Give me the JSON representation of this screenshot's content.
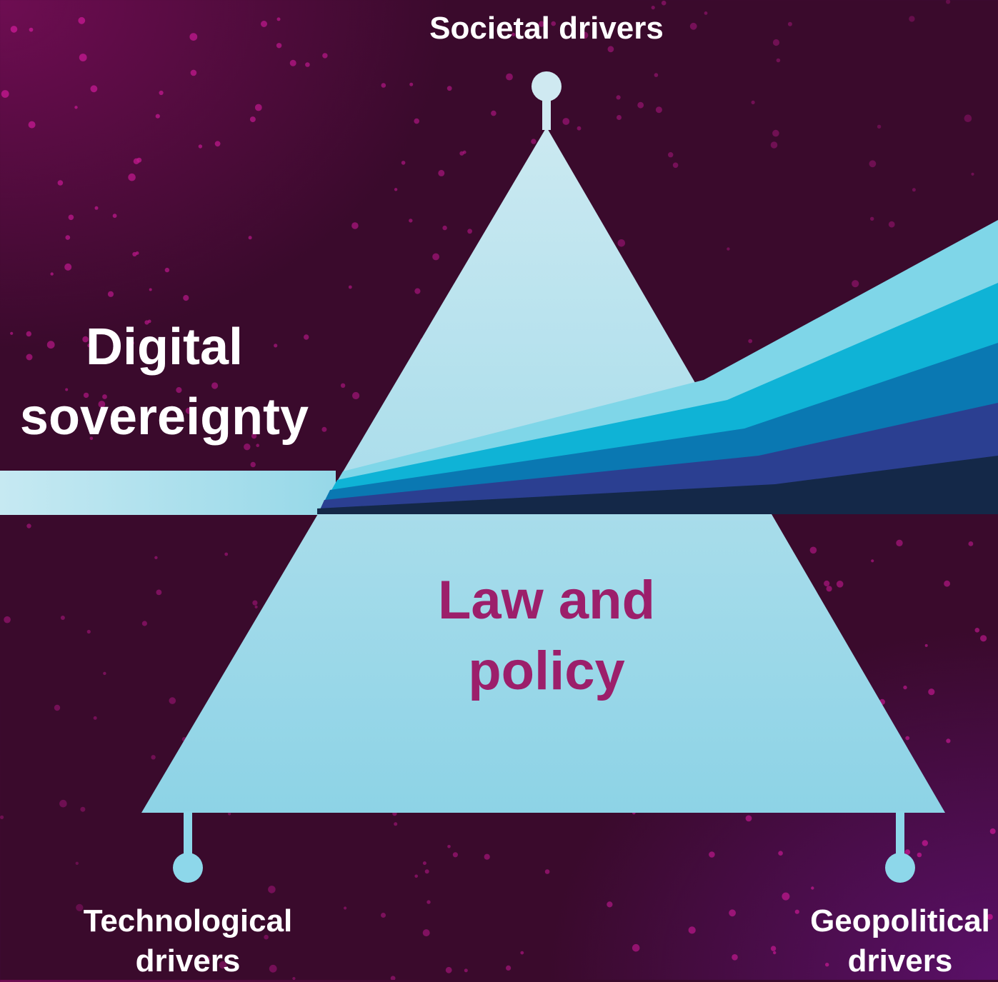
{
  "title": "Digital sovereignty",
  "center_label": "Law and policy",
  "drivers": {
    "top": "Societal drivers",
    "bottom_left": "Technological drivers",
    "bottom_right": "Geopolitical drivers"
  },
  "colors": {
    "background": "#3a0a2c",
    "background_glow_top": "#6e0d52",
    "background_glow_bottom": "#5a1068",
    "dots": "#c2188f",
    "prism_top": "#cbe9f1",
    "prism_bottom": "#8dd3e6",
    "connector": "#8dd7ea",
    "text": "#ffffff",
    "center_text": "#9c1f6b",
    "beam_in": "#a8e0ee",
    "rays": [
      "#7fd6e8",
      "#0fb3d6",
      "#0a78b2",
      "#2b3f91",
      "#142848"
    ]
  }
}
